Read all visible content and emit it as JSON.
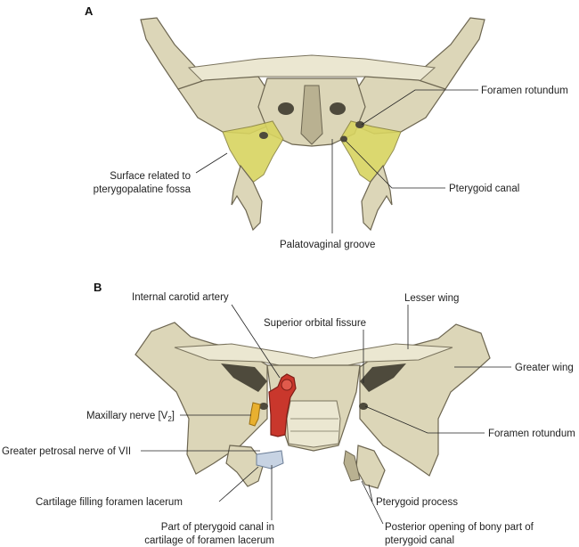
{
  "panel_a": {
    "letter": "A",
    "labels": {
      "foramen_rotundum": "Foramen rotundum",
      "surface_line1": "Surface related to",
      "surface_line2": "pterygopalatine fossa",
      "pterygoid_canal": "Pterygoid canal",
      "palatovaginal_groove": "Palatovaginal groove"
    }
  },
  "panel_b": {
    "letter": "B",
    "labels": {
      "internal_carotid_artery": "Internal carotid artery",
      "lesser_wing": "Lesser wing",
      "superior_orbital_fissure": "Superior orbital fissure",
      "greater_wing": "Greater wing",
      "maxillary_nerve": "Maxillary nerve [V",
      "maxillary_nerve_sub": "2",
      "maxillary_nerve_end": "]",
      "foramen_rotundum": "Foramen rotundum",
      "greater_petrosal_nerve": "Greater petrosal nerve of VII",
      "cartilage_filling": "Cartilage filling foramen lacerum",
      "pterygoid_process": "Pterygoid process",
      "part_canal_line1": "Part of pterygoid canal in",
      "part_canal_line2": "cartilage of foramen lacerum",
      "posterior_line1": "Posterior opening of bony part of",
      "posterior_line2": "pterygoid canal"
    }
  },
  "colors": {
    "bone": "#dcd6b8",
    "fossa": "#d8d460",
    "artery": "#c9372c",
    "nerve": "#e8b030",
    "cartilage": "#c7d3e3"
  }
}
